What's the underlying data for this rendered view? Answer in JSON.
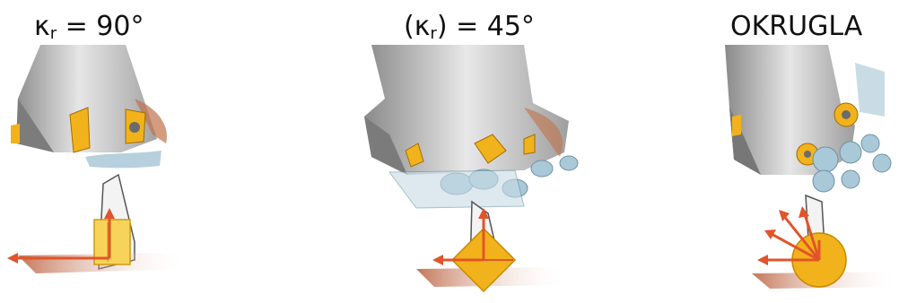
{
  "panels": [
    {
      "label_symbol": "κ",
      "label_sub": "r",
      "label_rest": " = 90°"
    },
    {
      "label_prefix": "(",
      "label_symbol": "κ",
      "label_sub": "r",
      "label_suffix": ")",
      "label_rest": " = 45°"
    },
    {
      "label_text": "OKRUGLA"
    }
  ],
  "colors": {
    "tool_body": "#c9c9c9",
    "tool_shadow": "#9b9b9b",
    "insert": "#f2b21b",
    "insert_light": "#f7d35a",
    "arrow": "#e2542a",
    "chips": "#a9c8d8",
    "workpiece_shadow": "#b5532e"
  }
}
